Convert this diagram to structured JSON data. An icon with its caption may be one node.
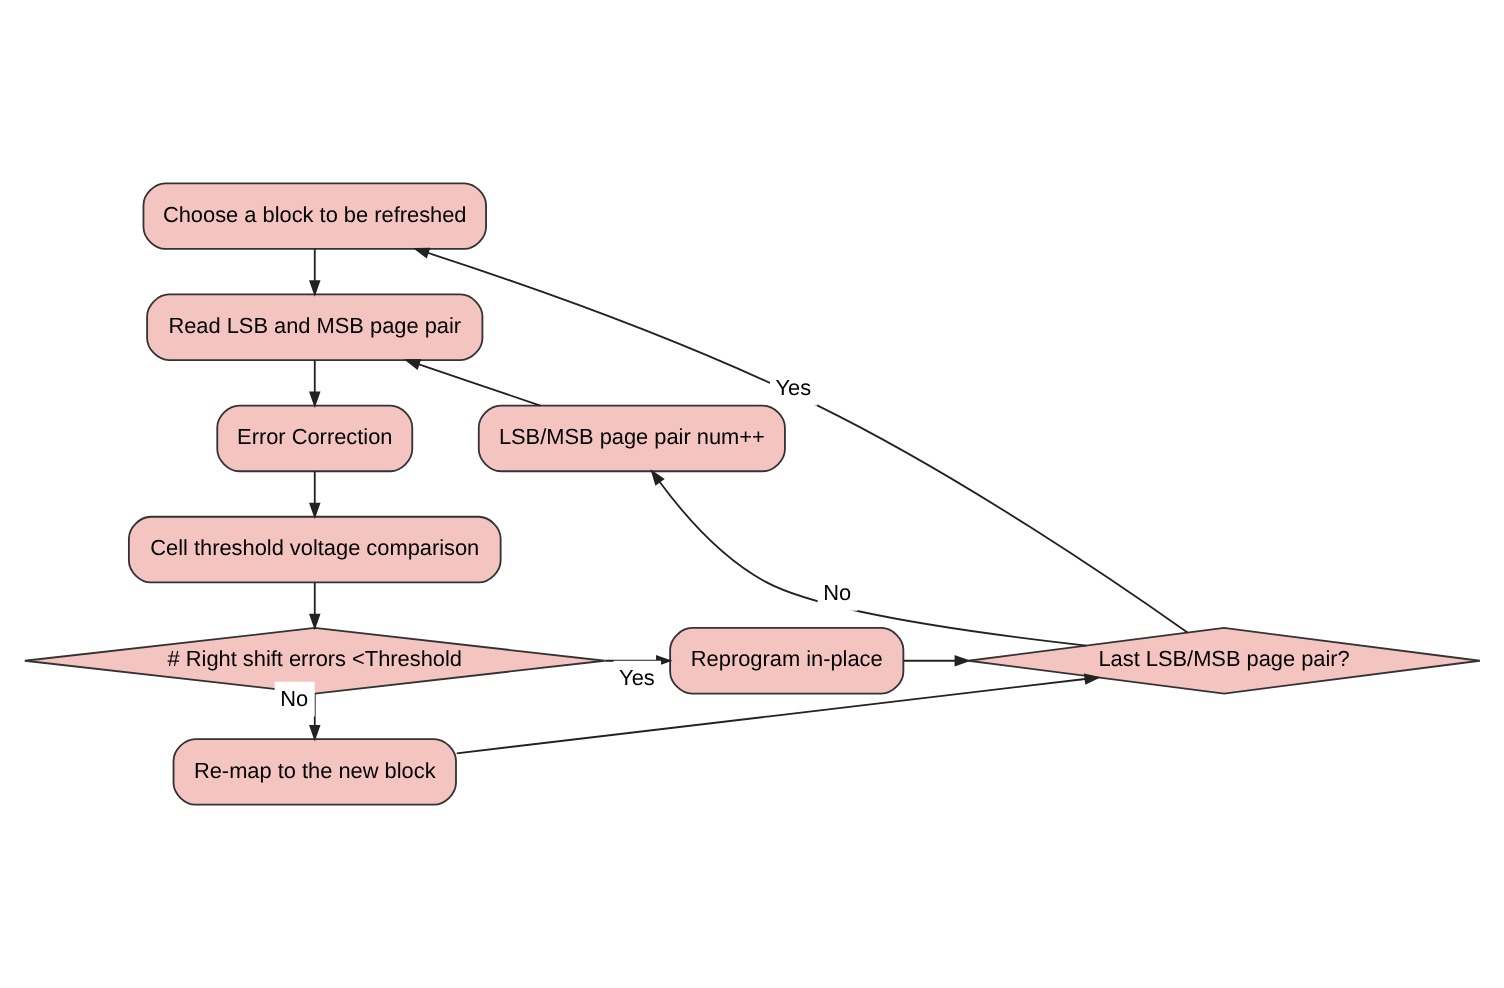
{
  "diagram": {
    "nodes": [
      {
        "text": [
          "Choose a block to be refreshed"
        ]
      },
      {
        "text": [
          "Read LSB and MSB page pair"
        ]
      },
      {
        "text": [
          "Error Correction"
        ]
      },
      {
        "text": [
          "Cell threshold voltage comparison"
        ]
      },
      {
        "text": [
          "# Right shift errors <Threshold"
        ]
      },
      {
        "text": [
          "LSB/MSB page pair num++"
        ]
      },
      {
        "text": [
          "Reprogram in-place"
        ]
      },
      {
        "text": [
          "Re-map to the new block"
        ]
      },
      {
        "text": [
          "Last LSB/MSB page pair?"
        ]
      }
    ],
    "edges": [
      {
        "from": 0,
        "to": 1,
        "arrow": "to"
      },
      {
        "from": 1,
        "to": 2,
        "arrow": "to"
      },
      {
        "from": 2,
        "to": 3,
        "arrow": "to"
      },
      {
        "from": 3,
        "to": 4,
        "arrow": "to"
      },
      {
        "from": 4,
        "to": 6,
        "arrow": "to",
        "label": "Yes"
      },
      {
        "from": 4,
        "to": 7,
        "arrow": "to",
        "label": "No"
      },
      {
        "from": 6,
        "to": 8,
        "arrow": "to"
      },
      {
        "from": 7,
        "to": 8,
        "arrow": "to"
      },
      {
        "from": 8,
        "to": 5,
        "arrow": "to",
        "label": "No"
      },
      {
        "from": 5,
        "to": 1,
        "arrow": "to"
      },
      {
        "from": 8,
        "to": 0,
        "arrow": "to",
        "label": "Yes"
      }
    ]
  }
}
